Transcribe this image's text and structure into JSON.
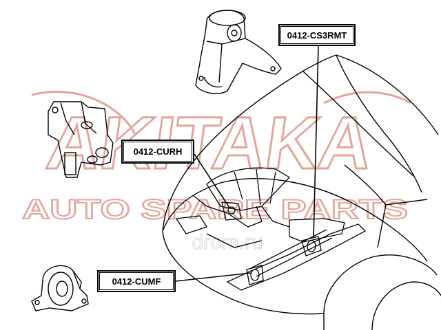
{
  "watermark": {
    "brand": "AKITAKA",
    "tagline": "AUTO SPARE PARTS",
    "site": "drom.ru",
    "color": "#e2a59a"
  },
  "labels": {
    "rear_mount": "0412-CS3RMT",
    "right_mount": "0412-CURH",
    "front_mount": "0412-CUMF"
  },
  "colors": {
    "line": "#000000",
    "background": "#ffffff"
  }
}
